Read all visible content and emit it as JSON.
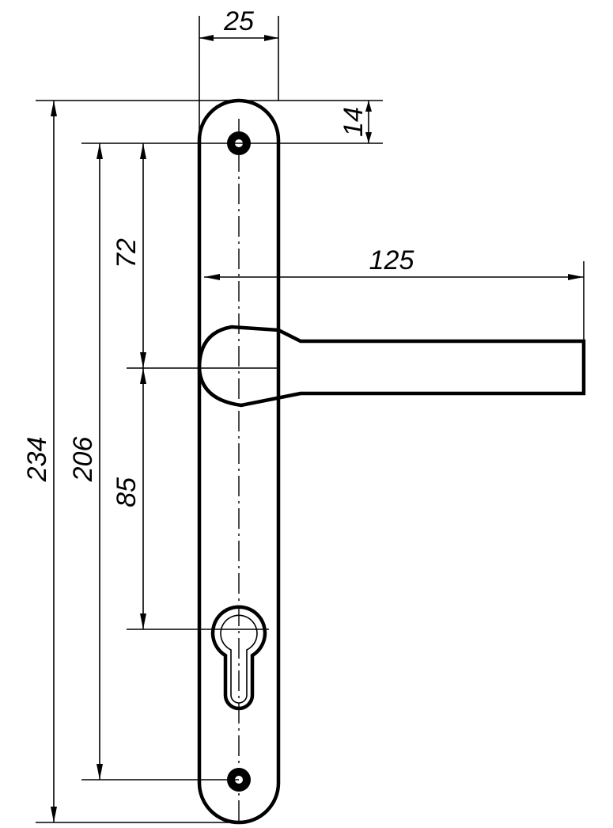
{
  "drawing": {
    "dimensions": {
      "plate_width": "25",
      "top_hole_offset": "14",
      "handle_length": "125",
      "total_height": "234",
      "hole_spacing": "206",
      "hole_to_handle": "72",
      "handle_to_cylinder": "85"
    },
    "line_color": "#000000",
    "background_color": "#ffffff"
  }
}
